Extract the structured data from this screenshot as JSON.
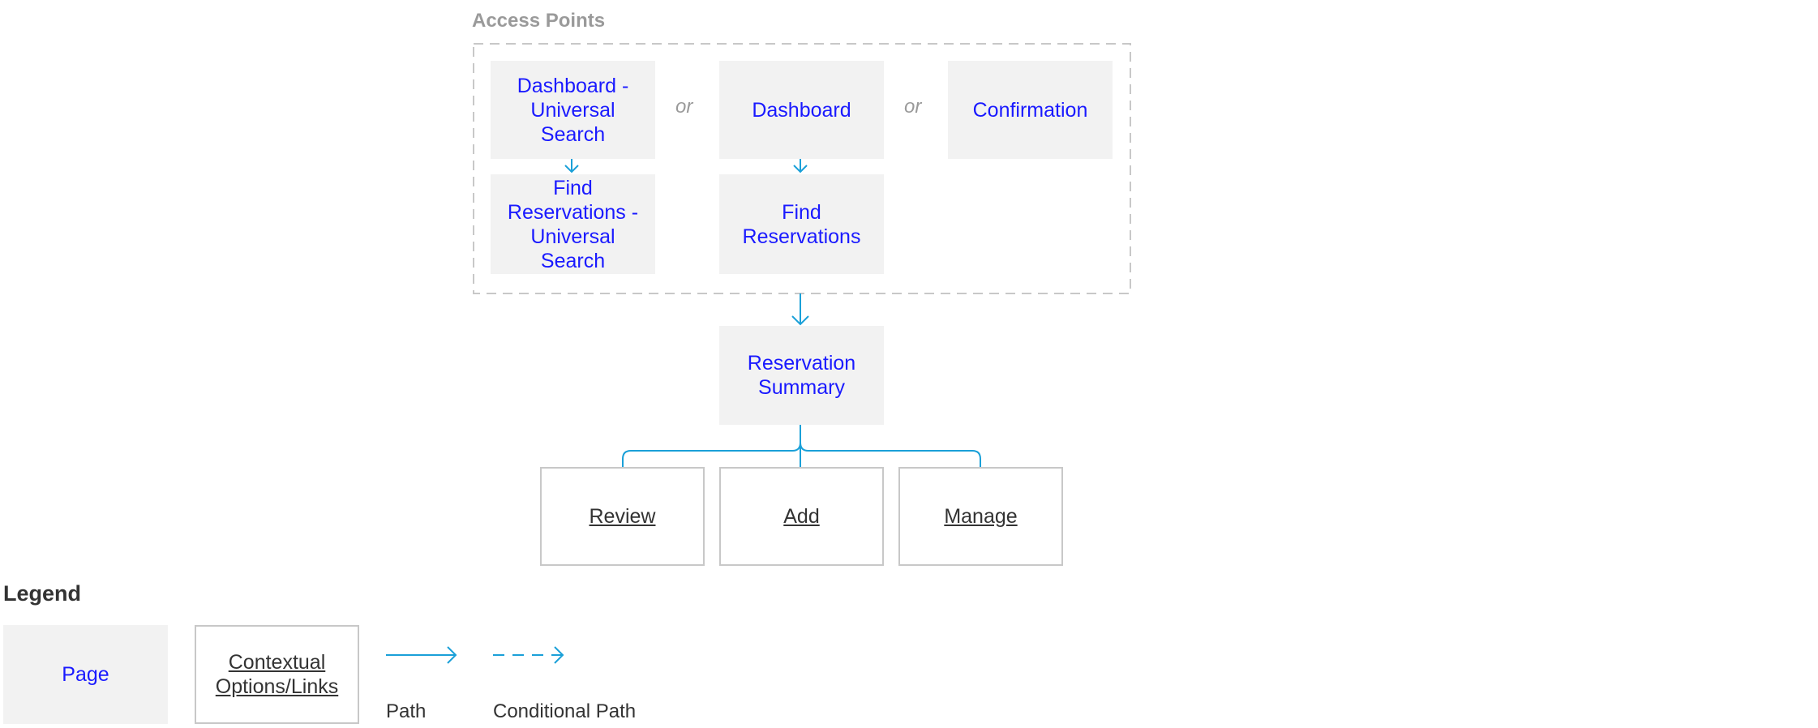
{
  "access_points": {
    "title": "Access Points",
    "nodes": {
      "dashboard_universal_search": "Dashboard - Universal Search",
      "dashboard": "Dashboard",
      "confirmation": "Confirmation",
      "find_reservations_universal_search": "Find Reservations - Universal Search",
      "find_reservations": "Find Reservations"
    },
    "or_label": "or"
  },
  "reservation_summary": "Reservation Summary",
  "options": {
    "review": "Review",
    "add": "Add",
    "manage": "Manage"
  },
  "legend": {
    "title": "Legend",
    "page": "Page",
    "contextual": "Contextual Options/Links",
    "path": "Path",
    "conditional_path": "Conditional Path"
  },
  "colors": {
    "page_fill": "#f2f2f2",
    "page_text": "#1a1aff",
    "arrow": "#1aa0d8",
    "dashed_border": "#c8c8c8"
  }
}
